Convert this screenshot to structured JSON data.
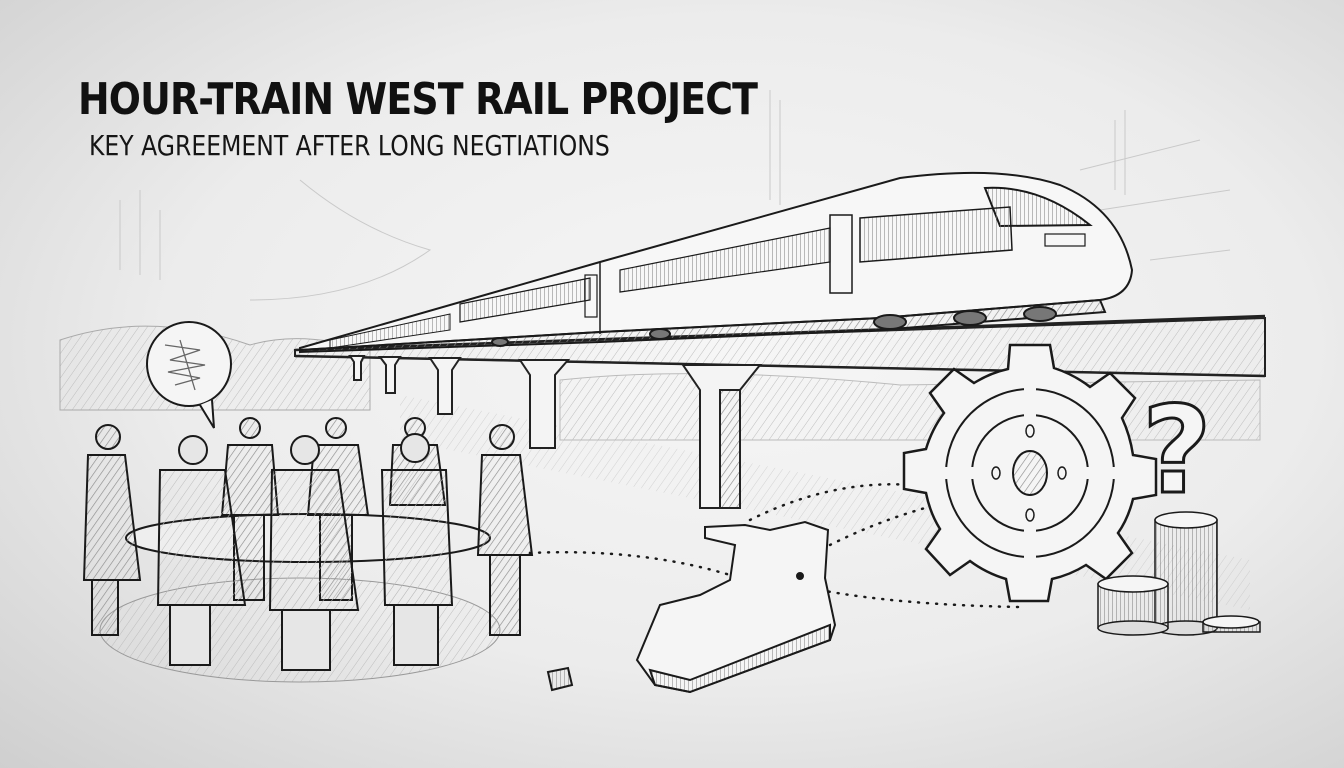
{
  "header": {
    "title": "HOUR-TRAIN WEST RAIL PROJECT",
    "subtitle": "KEY AGREEMENT AFTER LONG NEGTIATIONS"
  },
  "illustration": {
    "style": "pencil-sketch",
    "palette": {
      "ink": "#1a1a1a",
      "shade": "#9a9a9a",
      "paper": "#f2f2f2"
    },
    "elements": [
      {
        "name": "high-speed-train",
        "description": "high-speed train on elevated viaduct"
      },
      {
        "name": "negotiators",
        "description": "group of businessmen holding hands around a round table"
      },
      {
        "name": "speech-bubble",
        "description": "speech bubble with scribbles"
      },
      {
        "name": "map-island",
        "description": "3D map of Ireland with dotted connection lines"
      },
      {
        "name": "gear",
        "description": "large cog gear"
      },
      {
        "name": "question-mark",
        "description": "3D question mark"
      },
      {
        "name": "coin-stacks",
        "description": "stacks of coins"
      }
    ]
  }
}
